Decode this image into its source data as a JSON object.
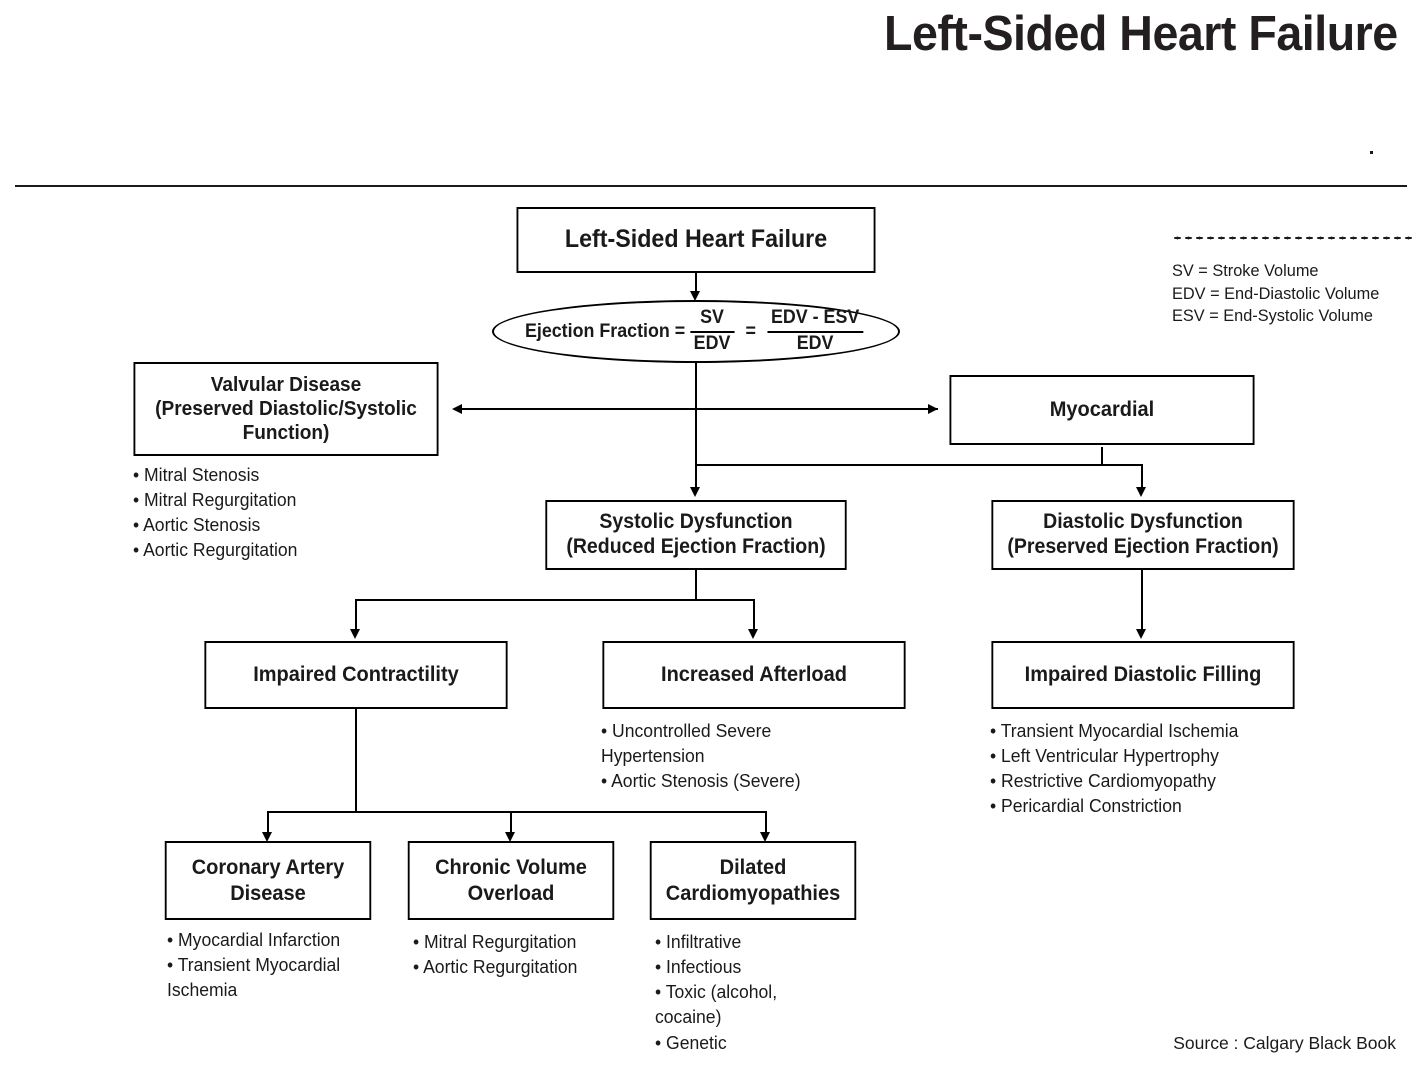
{
  "page": {
    "title": "Left-Sided Heart Failure",
    "source_note": "Source : Calgary Black Book"
  },
  "legend": {
    "lines": [
      "SV = Stroke Volume",
      "EDV = End-Diastolic Volume",
      "ESV = End-Systolic Volume"
    ]
  },
  "formula": {
    "label": "Ejection Fraction =",
    "frac1": {
      "numerator": "SV",
      "denominator": "EDV"
    },
    "equals": "=",
    "frac2": {
      "numerator": "EDV - ESV",
      "denominator": "EDV"
    }
  },
  "nodes": {
    "root": {
      "line1": "Left-Sided Heart Failure"
    },
    "valvular": {
      "line1": "Valvular Disease",
      "line2": "(Preserved Diastolic/Systolic",
      "line3": "Function)"
    },
    "myocardial": {
      "line1": "Myocardial"
    },
    "systolic": {
      "line1": "Systolic Dysfunction",
      "line2": "(Reduced Ejection Fraction)"
    },
    "diastolic": {
      "line1": "Diastolic Dysfunction",
      "line2": "(Preserved Ejection Fraction)"
    },
    "impaired_contractility": {
      "line1": "Impaired Contractility"
    },
    "increased_afterload": {
      "line1": "Increased Afterload"
    },
    "impaired_filling": {
      "line1": "Impaired Diastolic Filling"
    },
    "coronary_artery_disease": {
      "line1": "Coronary Artery",
      "line2": "Disease"
    },
    "chronic_volume_overload": {
      "line1": "Chronic Volume",
      "line2": "Overload"
    },
    "dilated_cardiomyopathies": {
      "line1": "Dilated",
      "line2": "Cardiomyopathies"
    }
  },
  "bullet_lists": {
    "valvular": [
      "• Mitral Stenosis",
      "• Mitral Regurgitation",
      "• Aortic Stenosis",
      "• Aortic Regurgitation"
    ],
    "increased_afterload": [
      "• Uncontrolled Severe",
      "Hypertension",
      "• Aortic Stenosis (Severe)"
    ],
    "impaired_filling": [
      "• Transient Myocardial Ischemia",
      "• Left Ventricular Hypertrophy",
      "• Restrictive Cardiomyopathy",
      "• Pericardial Constriction"
    ],
    "coronary_artery_disease": [
      "• Myocardial Infarction",
      "• Transient Myocardial",
      "Ischemia"
    ],
    "chronic_volume_overload": [
      "• Mitral Regurgitation",
      "• Aortic Regurgitation"
    ],
    "dilated_cardiomyopathies": [
      "• Infiltrative",
      "• Infectious",
      "• Toxic (alcohol,",
      "cocaine)",
      "• Genetic"
    ]
  }
}
